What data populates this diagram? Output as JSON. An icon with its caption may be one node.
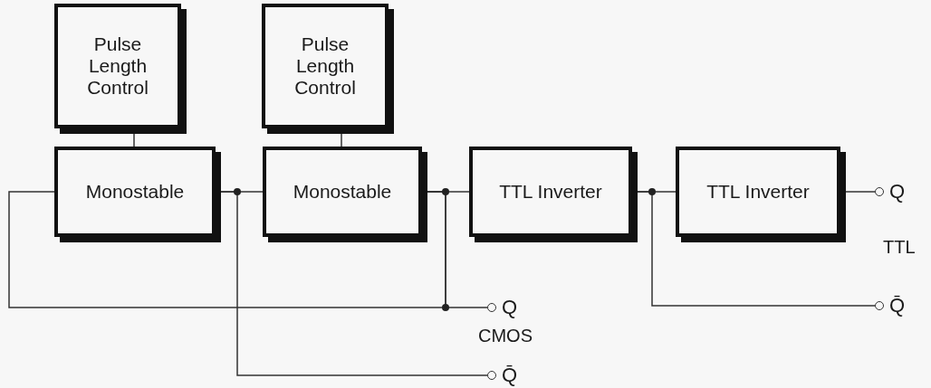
{
  "diagram": {
    "nodes": [
      {
        "text": [
          "Pulse Length Control"
        ]
      },
      {
        "text": [
          "Pulse Length Control"
        ]
      },
      {
        "text": [
          "Monostable"
        ]
      },
      {
        "text": [
          "Monostable"
        ]
      },
      {
        "text": [
          "TTL Inverter"
        ]
      },
      {
        "text": [
          "TTL Inverter"
        ]
      },
      {
        "text": [
          "Q"
        ]
      },
      {
        "text": [
          "Q̄"
        ]
      },
      {
        "text": [
          "Q"
        ]
      },
      {
        "text": [
          "Q̄"
        ]
      }
    ],
    "edges": [
      {
        "from": 0,
        "to": 2,
        "arrow": "none"
      },
      {
        "from": 1,
        "to": 3,
        "arrow": "none"
      },
      {
        "from": 2,
        "to": 3,
        "arrow": "none"
      },
      {
        "from": 2,
        "to": 9,
        "arrow": "none"
      },
      {
        "from": 3,
        "to": 4,
        "arrow": "none"
      },
      {
        "from": 3,
        "to": 8,
        "arrow": "none"
      },
      {
        "from": 3,
        "to": 2,
        "arrow": "none"
      },
      {
        "from": 4,
        "to": 5,
        "arrow": "none"
      },
      {
        "from": 4,
        "to": 7,
        "arrow": "none"
      },
      {
        "from": 5,
        "to": 6,
        "arrow": "none"
      }
    ],
    "labels": [
      "TTL",
      "CMOS"
    ]
  }
}
